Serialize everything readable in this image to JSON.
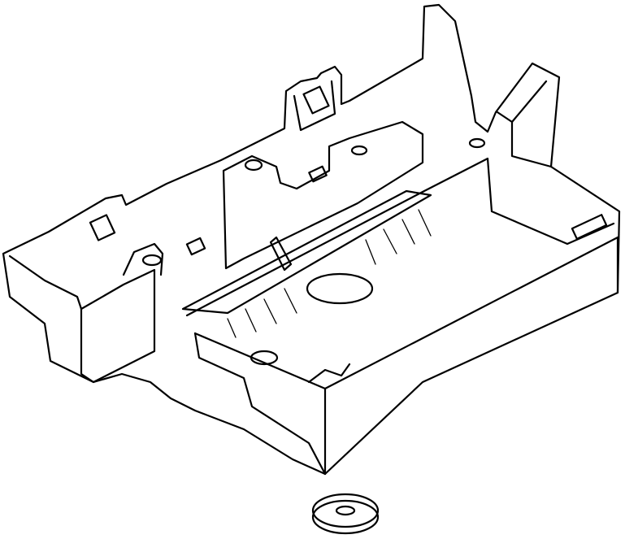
{
  "diagram": {
    "parts": [
      {
        "id": "battery-tray",
        "icon": "battery-tray-drawing"
      },
      {
        "id": "washer",
        "icon": "washer-drawing"
      }
    ],
    "colors": {
      "line": "#000000",
      "background": "#ffffff"
    }
  }
}
